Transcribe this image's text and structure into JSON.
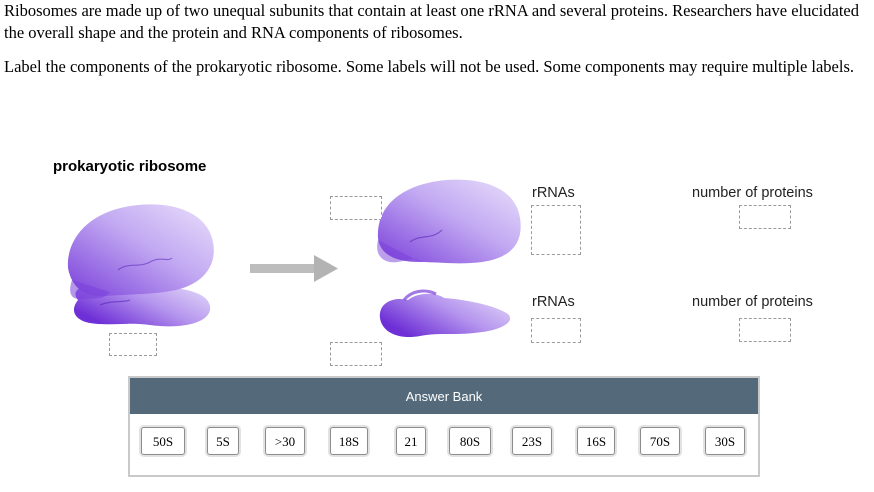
{
  "question": {
    "intro": "Ribosomes are made up of two unequal subunits that contain at least one rRNA and several proteins. Researchers have elucidated the overall shape and the protein and RNA components of ribosomes.",
    "instruction": "Label the components of the prokaryotic ribosome. Some labels will not be used. Some components may require multiple labels."
  },
  "figure": {
    "title": "prokaryotic ribosome",
    "large_subunit": {
      "rrnas_label": "rRNAs",
      "proteins_label": "number of proteins"
    },
    "small_subunit": {
      "rrnas_label": "rRNAs",
      "proteins_label": "number of proteins"
    },
    "colors": {
      "subunit_light": "#cbb6f5",
      "subunit_dark": "#7436d8",
      "arrow": "#bbbbbb"
    }
  },
  "answer_bank": {
    "title": "Answer Bank",
    "header_color": "#546a7b",
    "labels": [
      "50S",
      "5S",
      ">30",
      "18S",
      "21",
      "80S",
      "23S",
      "16S",
      "70S",
      "30S"
    ]
  }
}
